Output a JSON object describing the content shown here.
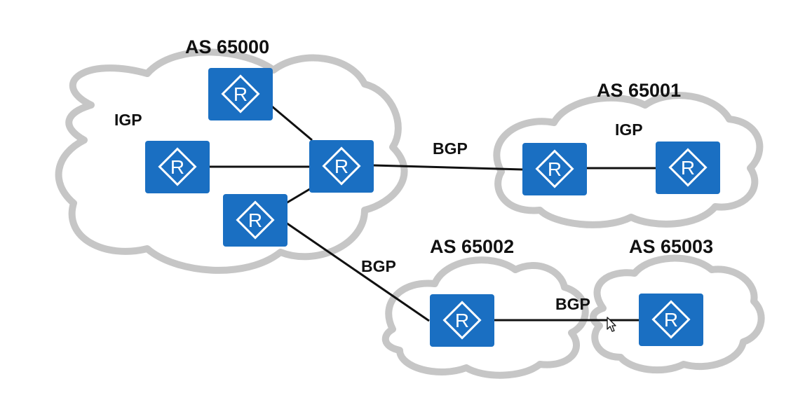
{
  "diagram": {
    "autonomous_systems": [
      {
        "id": "as65000",
        "name": "AS 65000",
        "internal_protocol": "IGP",
        "routers": 4
      },
      {
        "id": "as65001",
        "name": "AS 65001",
        "internal_protocol": "IGP",
        "routers": 2
      },
      {
        "id": "as65002",
        "name": "AS 65002",
        "routers": 1
      },
      {
        "id": "as65003",
        "name": "AS 65003",
        "routers": 1
      }
    ],
    "router_symbol": "R",
    "links": [
      {
        "from": "as65000",
        "to": "as65001",
        "protocol": "BGP"
      },
      {
        "from": "as65000",
        "to": "as65002",
        "protocol": "BGP"
      },
      {
        "from": "as65002",
        "to": "as65003",
        "protocol": "BGP"
      }
    ],
    "colors": {
      "router": "#1a6fc2",
      "cloud_outline": "#c6c6c6",
      "link": "#111111"
    },
    "icons": [
      "router-icon",
      "cloud-icon",
      "mouse-cursor-icon"
    ]
  }
}
